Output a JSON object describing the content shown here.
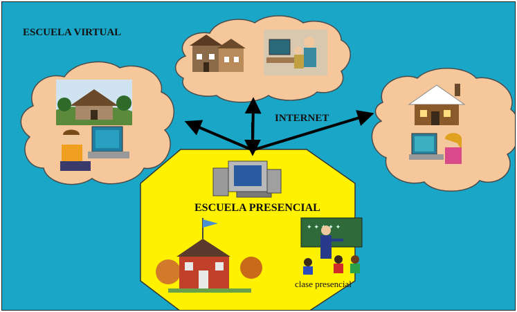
{
  "title": "ESCUELA VIRTUAL",
  "connector_label": "INTERNET",
  "center": {
    "title": "ESCUELA PRESENCIAL",
    "caption": "clase presencial"
  },
  "colors": {
    "background": "#1aa6c6",
    "cloud": "#f6c79a",
    "center_shape": "#fff100",
    "arrows": "#000000"
  },
  "icons": [
    "rural-school-icon",
    "student-at-computer-icon",
    "houses-icon",
    "teacher-at-computer-icon",
    "snowy-house-icon",
    "girl-at-computer-icon",
    "desktop-computer-icon",
    "school-building-icon",
    "classroom-teacher-icon"
  ]
}
